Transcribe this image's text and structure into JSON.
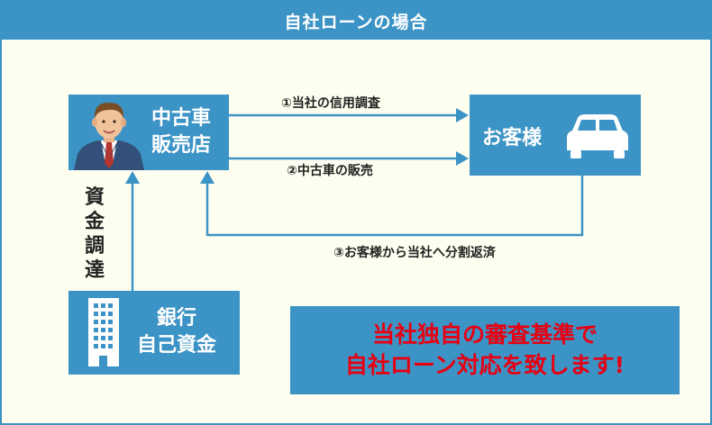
{
  "title": "自社ローンの場合",
  "dealer": {
    "line1": "中古車",
    "line2": "販売店"
  },
  "customer": {
    "label": "お客様"
  },
  "bank": {
    "line1": "銀行",
    "line2": "自己資金"
  },
  "arrows": {
    "step1": "①当社の信用調査",
    "step2": "②中古車の販売",
    "step3": "③お客様から当社へ分割返済",
    "funding": "資金調達"
  },
  "callout": {
    "line1": "当社独自の審査基準で",
    "line2": "自社ローン対応を致します!"
  },
  "colors": {
    "primary": "#3c93c5",
    "background": "#fefef0",
    "accent": "#e60012"
  },
  "icons": [
    "businessman-icon",
    "car-icon",
    "building-icon"
  ]
}
